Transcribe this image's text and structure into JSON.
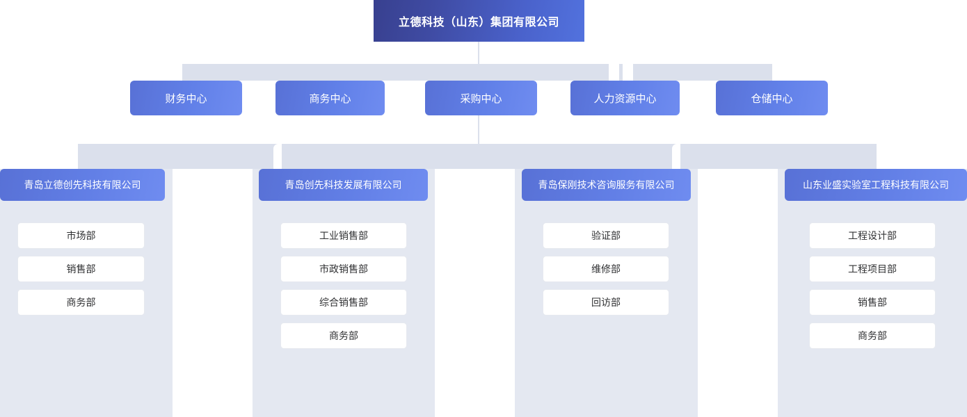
{
  "root": {
    "label": "立德科技（山东）集团有限公司"
  },
  "center_nodes": [
    {
      "label": "财务中心"
    },
    {
      "label": "商务中心"
    },
    {
      "label": "采购中心"
    },
    {
      "label": "人力资源中心"
    },
    {
      "label": "仓储中心"
    }
  ],
  "companies": [
    {
      "name": "青岛立德创先科技有限公司",
      "departments": [
        {
          "label": "市场部"
        },
        {
          "label": "销售部"
        },
        {
          "label": "商务部"
        }
      ]
    },
    {
      "name": "青岛创先科技发展有限公司",
      "departments": [
        {
          "label": "工业销售部"
        },
        {
          "label": "市政销售部"
        },
        {
          "label": "综合销售部"
        },
        {
          "label": "商务部"
        }
      ]
    },
    {
      "name": "青岛保刚技术咨询服务有限公司",
      "departments": [
        {
          "label": "验证部"
        },
        {
          "label": "维修部"
        },
        {
          "label": "回访部"
        }
      ]
    },
    {
      "name": "山东业盛实验室工程科技有限公司",
      "departments": [
        {
          "label": "工程设计部"
        },
        {
          "label": "工程项目部"
        },
        {
          "label": "销售部"
        },
        {
          "label": "商务部"
        }
      ]
    }
  ],
  "theme": {
    "root_gradient_start": "#38408f",
    "root_gradient_end": "#5272de",
    "node_gradient_start": "#5871d6",
    "node_gradient_end": "#6f8cf0",
    "connector_color": "#dbe0ec",
    "column_background": "#e4e8f1",
    "dept_background": "#ffffff",
    "dept_border": "#e6e9ef",
    "dept_text": "#303133",
    "page_background": "#ffffff"
  }
}
